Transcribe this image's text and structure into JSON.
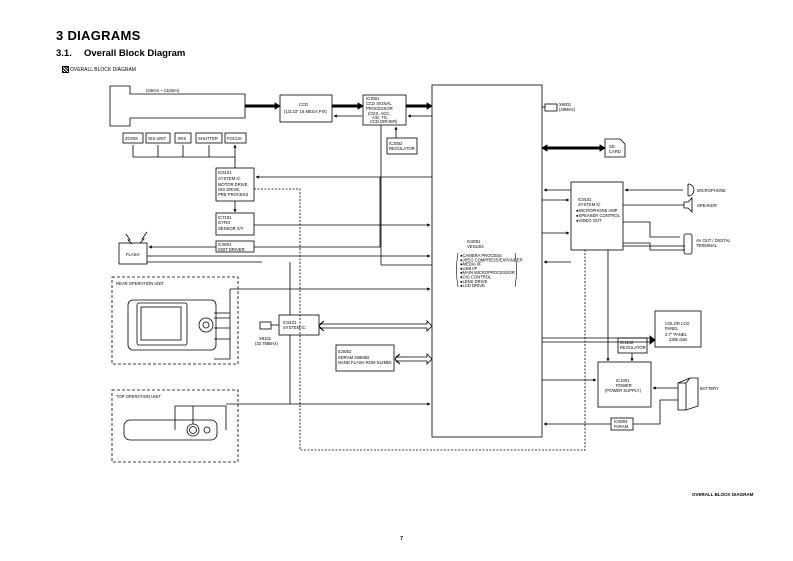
{
  "header": {
    "chapter_title": "3   DIAGRAMS",
    "section_number": "3.1.",
    "section_title": "Overall Block Diagram",
    "diagram_label": "OVERALL BLOCK DIAGRAM"
  },
  "diagram": {
    "lens": {
      "focal_range": "(33mm ~ 132mm)"
    },
    "lens_actuators": [
      "ZOOM",
      "OIS UNIT",
      "IRIS",
      "SHUTTER",
      "FOCUS"
    ],
    "ccd": {
      "line1": "CCD",
      "line2": "(1/2.33\" 16 MEGA PIX)"
    },
    "ic3001": {
      "line1": "IC3001",
      "line2": "CCD SIGNAL",
      "line3": "PROCESSOR",
      "line4": "(CDS, AGC,",
      "line5": "A/D, TG,",
      "line6": "CCD DRIVER)"
    },
    "ic3002": {
      "line1": "IC3002",
      "line2": "REGULATOR"
    },
    "ic6101": {
      "line1": "IC6101",
      "line2": "SYSTEM IC",
      "line3": "MOTOR DRIVE,",
      "line4": "OIS DRIVE,",
      "line5": "PRE PROCESS"
    },
    "ic7101": {
      "line1": "IC7101",
      "line2": "GYRO",
      "line3": "SENSOR X/Y"
    },
    "ic8001": {
      "line1": "IC8001",
      "line2": "IGBT DRIVER"
    },
    "flash": {
      "label": "FLASH"
    },
    "rear_unit": {
      "label": "REAR OPERATION UNIT"
    },
    "top_unit": {
      "label": "TOP OPERATION UNIT"
    },
    "ic6001": {
      "line1": "IC6001",
      "line2": "VENUS4",
      "features": [
        "CAMERA PROCESS",
        "JPEG COMPRESS/EXPANDER",
        "MEDIA I/F",
        "USB I/F",
        "MAIN MICROPROCESSOR",
        "OIS CONTROL",
        "LENS DRIVE",
        "LCD DRIVE"
      ]
    },
    "x6001": {
      "line1": "X6001",
      "line2": "(28MHz)"
    },
    "sd_card": {
      "line1": "SD",
      "line2": "CARD"
    },
    "ic9101": {
      "line1": "IC9101",
      "line2": "SYSTEM IC",
      "features": [
        "MICROPHONE AMP",
        "SPEAKER CONTROL",
        "VIDEO OUT"
      ]
    },
    "ic9101b": {
      "line1": "IC9101",
      "line2": "SYSTEM IC"
    },
    "x9101": {
      "line1": "X9101",
      "line2": "(32.768kHz)"
    },
    "ic6002": {
      "line1": "IC6002",
      "line2": "SDRAM 256Mbit",
      "line3": "NAND FLASH ROM 512Mbit"
    },
    "microphone": {
      "label": "MICROPHONE"
    },
    "speaker": {
      "label": "SPEAKER"
    },
    "av_terminal": {
      "line1": "AV OUT / DIGITAL",
      "line2": "TERMINAL"
    },
    "lcd": {
      "line1": "COLOR LCD",
      "line2": "PANEL",
      "line3": "2.7\" PANEL",
      "line4": "230k dots"
    },
    "ic1210": {
      "line1": "IC1210",
      "line2": "REGULATOR"
    },
    "ic1001": {
      "line1": "IC1001",
      "line2": "POWER",
      "line3": "(POWER SUPPLY)"
    },
    "ic6004": {
      "line1": "IC6004",
      "line2": "FeRAM"
    },
    "battery": {
      "label": "BATTERY"
    }
  },
  "footer": {
    "diagram_name": "OVERALL BLOCK DIAGRAM",
    "page_number": "7"
  }
}
